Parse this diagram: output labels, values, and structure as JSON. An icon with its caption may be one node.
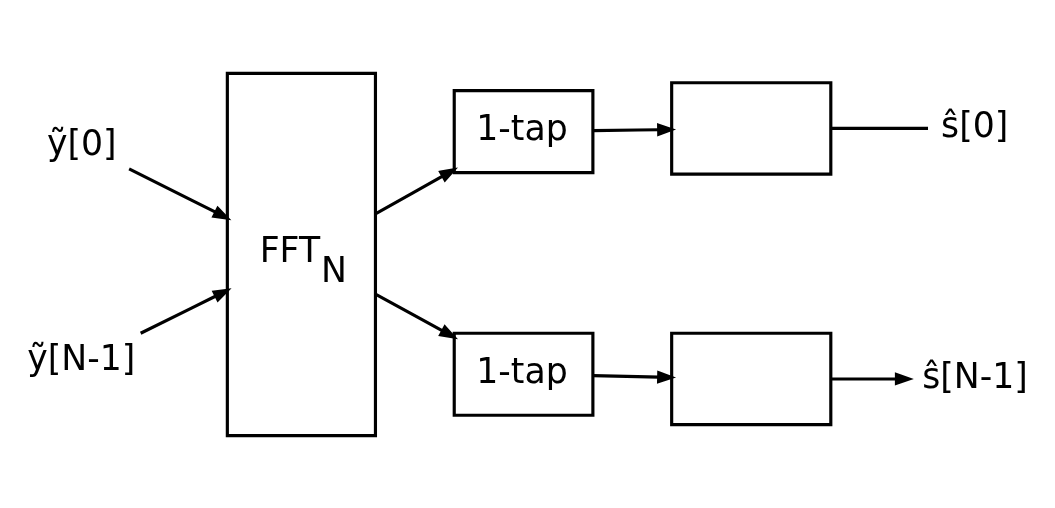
{
  "diagram": {
    "nodes": [
      {
        "text": [
          "ỹ[0]"
        ]
      },
      {
        "text": [
          "ỹ[N-1]"
        ]
      },
      {
        "text": [
          "FFT$_{N}$"
        ]
      },
      {
        "text": [
          "1-tap"
        ]
      },
      {
        "text": [],
        "shape": "box"
      },
      {
        "text": [
          "ŝ[0]"
        ]
      },
      {
        "text": [
          "1-tap"
        ]
      },
      {
        "text": [],
        "shape": "box"
      },
      {
        "text": [
          "ŝ[N-1]"
        ]
      }
    ],
    "edges": [
      {
        "from": 0,
        "to": 2,
        "arrow": "to"
      },
      {
        "from": 1,
        "to": 2,
        "arrow": "to"
      },
      {
        "from": 2,
        "to": 3,
        "arrow": "to"
      },
      {
        "from": 3,
        "to": 4,
        "arrow": "to"
      },
      {
        "from": 4,
        "to": 5,
        "arrow": "none"
      },
      {
        "from": 2,
        "to": 6,
        "arrow": "to"
      },
      {
        "from": 6,
        "to": 7,
        "arrow": "to"
      },
      {
        "from": 7,
        "to": 8,
        "arrow": "to"
      }
    ]
  }
}
